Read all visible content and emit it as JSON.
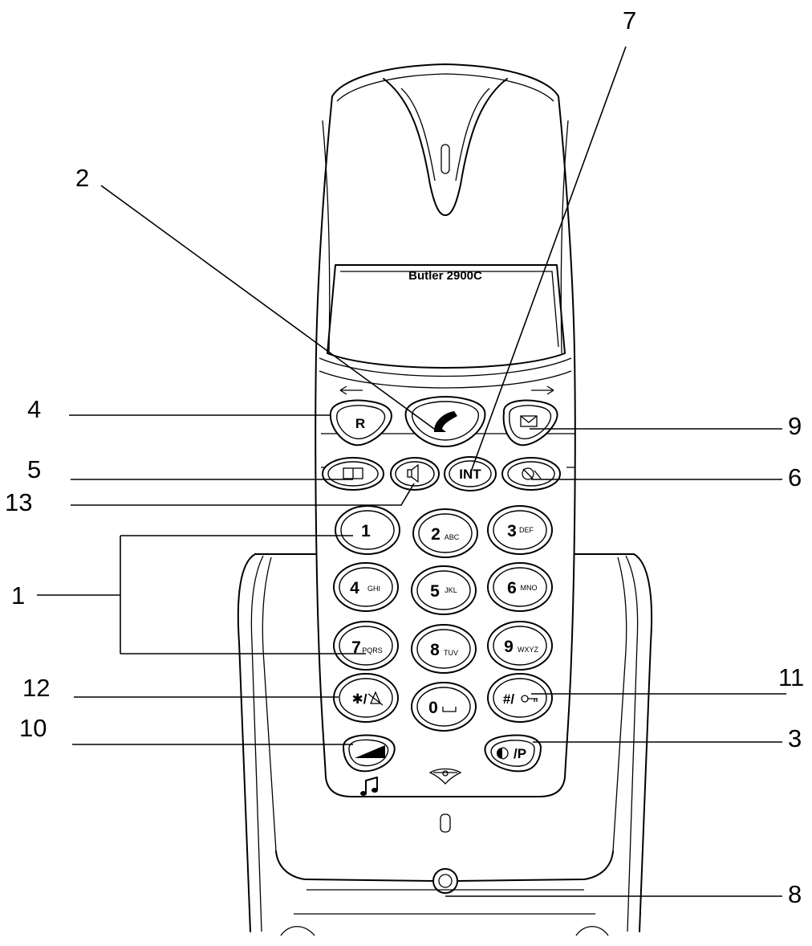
{
  "device": {
    "brand_label": "Butler 2900C"
  },
  "callouts": [
    {
      "id": "1",
      "label": "1"
    },
    {
      "id": "2",
      "label": "2"
    },
    {
      "id": "3",
      "label": "3"
    },
    {
      "id": "4",
      "label": "4"
    },
    {
      "id": "5",
      "label": "5"
    },
    {
      "id": "6",
      "label": "6"
    },
    {
      "id": "7",
      "label": "7"
    },
    {
      "id": "8",
      "label": "8"
    },
    {
      "id": "9",
      "label": "9"
    },
    {
      "id": "10",
      "label": "10"
    },
    {
      "id": "11",
      "label": "11"
    },
    {
      "id": "12",
      "label": "12"
    },
    {
      "id": "13",
      "label": "13"
    }
  ],
  "keys": {
    "r": "R",
    "int": "INT",
    "keypad": [
      {
        "digit": "1",
        "letters": ""
      },
      {
        "digit": "2",
        "letters": "ABC"
      },
      {
        "digit": "3",
        "letters": "DEF"
      },
      {
        "digit": "4",
        "letters": "GHI"
      },
      {
        "digit": "5",
        "letters": "JKL"
      },
      {
        "digit": "6",
        "letters": "MNO"
      },
      {
        "digit": "7",
        "letters": "PQRS"
      },
      {
        "digit": "8",
        "letters": "TUV"
      },
      {
        "digit": "9",
        "letters": "WXYZ"
      }
    ],
    "zero": "0",
    "star": "✱/",
    "hash": "#/",
    "power": "/P"
  },
  "icons": {
    "talk": "handset-icon",
    "message": "envelope-icon",
    "phonebook": "phonebook-icon",
    "speaker": "speaker-icon",
    "redial": "redial-icon",
    "volume": "volume-ramp-icon",
    "ringer": "music-note-icon",
    "logo": "wings-logo-icon",
    "charge": "charge-indicator-icon"
  }
}
